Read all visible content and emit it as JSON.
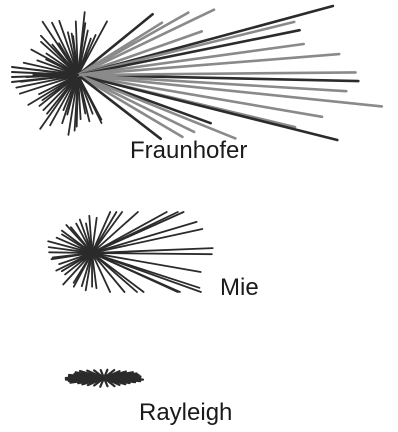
{
  "patterns": [
    {
      "id": "fraunhofer",
      "label": "Fraunhofer"
    },
    {
      "id": "mie",
      "label": "Mie"
    },
    {
      "id": "rayleigh",
      "label": "Rayleigh"
    }
  ],
  "colors": {
    "stroke": "#2b2b2b",
    "stroke_light": "#8a8a8a",
    "text": "#1a1a1a",
    "background": "#ffffff"
  }
}
